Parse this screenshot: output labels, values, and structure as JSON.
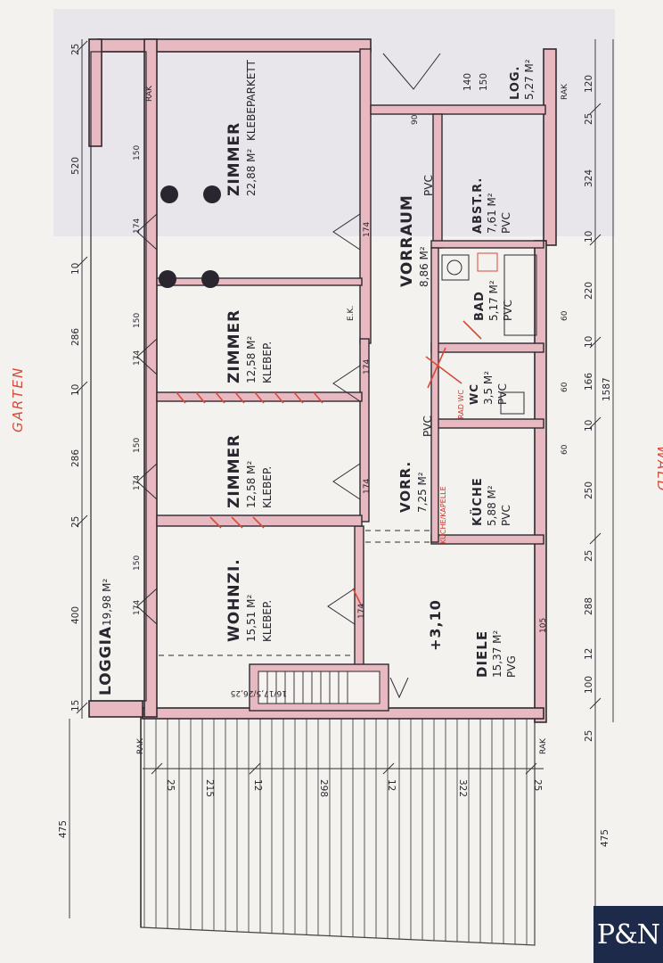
{
  "rooms": {
    "zimmer1": {
      "name": "ZIMMER",
      "area": "22,88 M²",
      "floor": "KLEBEPARKETT"
    },
    "zimmer2": {
      "name": "ZIMMER",
      "area": "12,58 M²",
      "floor": "KLEBEP."
    },
    "zimmer3": {
      "name": "ZIMMER",
      "area": "12,58 M²",
      "floor": "KLEBEP."
    },
    "wohnzimmer": {
      "name": "WOHNZI.",
      "area": "15,51 M²",
      "floor": "KLEBEP."
    },
    "loggia": {
      "name": "LOGGIA",
      "area": "19,98 M²"
    },
    "vorraum": {
      "name": "VORRAUM",
      "area": "8,86 M²",
      "floor": "PVC"
    },
    "abstr": {
      "name": "ABST.R.",
      "area": "7,61 M²",
      "floor": "PVC"
    },
    "log": {
      "name": "LOG.",
      "area": "5,27 M²"
    },
    "bad": {
      "name": "BAD",
      "area": "5,17 M²",
      "floor": "PVC"
    },
    "wc": {
      "name": "WC",
      "area": "3,5 M²",
      "floor": "PVC"
    },
    "vorr": {
      "name": "VORR.",
      "area": "7,25 M²",
      "floor": "PVC"
    },
    "kueche": {
      "name": "KÜCHE",
      "area": "5,88 M²",
      "floor": "PVC"
    },
    "diele": {
      "name": "DIELE",
      "area": "15,37 M²",
      "floor": "PVG"
    }
  },
  "labels": {
    "garten": "GARTEN",
    "wald": "WALD",
    "elevation": "+3,10",
    "pvc": "PVC",
    "ek": "E.K.",
    "rak": "RAK",
    "stairs": "16/17,5/26,25",
    "red_kitchen": "KÜCHE/KAPELLE",
    "red_note": "RAD WC"
  },
  "dims_left": [
    "25",
    "520",
    "10",
    "286",
    "10",
    "286",
    "25",
    "400",
    "15"
  ],
  "dims_right": [
    "120",
    "25",
    "324",
    "10",
    "220",
    "10",
    "166",
    "10",
    "250",
    "25",
    "288",
    "12",
    "100",
    "25"
  ],
  "dims_right_total": "1587",
  "dims_bottom": [
    "25",
    "215",
    "12",
    "298",
    "12",
    "322",
    "25"
  ],
  "dims_top": [
    "140",
    "150"
  ],
  "dims_outer_left": "475",
  "dims_outer_right": "475",
  "door_dims": [
    "150",
    "174",
    "90",
    "60",
    "105"
  ],
  "logo": "P&N"
}
